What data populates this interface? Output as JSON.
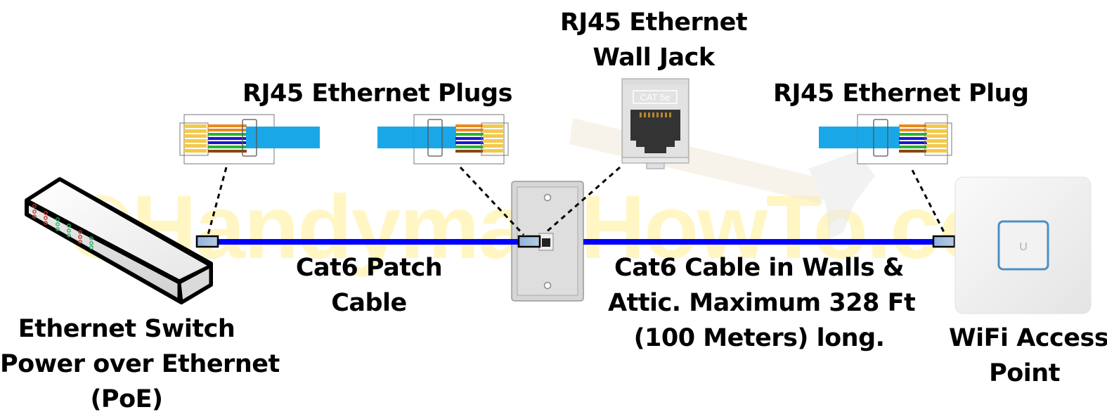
{
  "watermark": "©HandymanHowTo.com",
  "labels": {
    "switch": [
      "Ethernet Switch",
      "Power over Ethernet",
      "(PoE)"
    ],
    "plugs_left": "RJ45 Ethernet Plugs",
    "wall_jack": [
      "RJ45 Ethernet",
      "Wall Jack"
    ],
    "plug_right": "RJ45 Ethernet Plug",
    "patch_cable": [
      "Cat6 Patch",
      "Cable"
    ],
    "wall_cable": [
      "Cat6 Cable in Walls &",
      "Attic. Maximum 328 Ft",
      "(100 Meters) long."
    ],
    "access_point": [
      "WiFi Access",
      "Point"
    ]
  },
  "keystone_label": "CAT 5e",
  "ap_logo": "U",
  "colors": {
    "cable": "#0000ff",
    "connector": "#8fb3e0",
    "jacket": "#1aa7e8",
    "ap_ring": "#4a90c8",
    "watermark": "#fff3b0"
  }
}
